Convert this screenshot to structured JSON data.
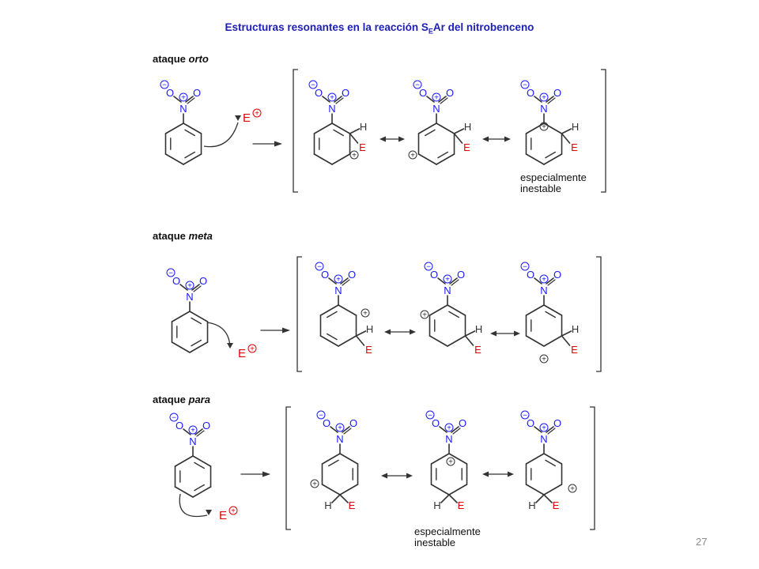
{
  "title": {
    "prefix": "Estructuras resonantes en la reacción S",
    "subscript": "E",
    "suffix": "Ar del nitrobenceno"
  },
  "sections": {
    "orto": {
      "prefix": "ataque ",
      "word": "orto"
    },
    "meta": {
      "prefix": "ataque ",
      "word": "meta"
    },
    "para": {
      "prefix": "ataque ",
      "word": "para"
    }
  },
  "notes": {
    "orto": {
      "line1": "especialmente",
      "line2": "inestable"
    },
    "para": {
      "line1": "especialmente",
      "line2": "inestable"
    }
  },
  "atoms": {
    "nitrogen": "N",
    "oxygen": "O",
    "electrophile": "E",
    "hydrogen": "H"
  },
  "charges": {
    "plus": "+",
    "minus": "−"
  },
  "page_number": "27",
  "colors": {
    "title": "#1f20b8",
    "atom_blue": "#1a1aff",
    "electrophile_red": "#e00000",
    "bonds": "#333333",
    "page_number": "#8a8a8a"
  }
}
